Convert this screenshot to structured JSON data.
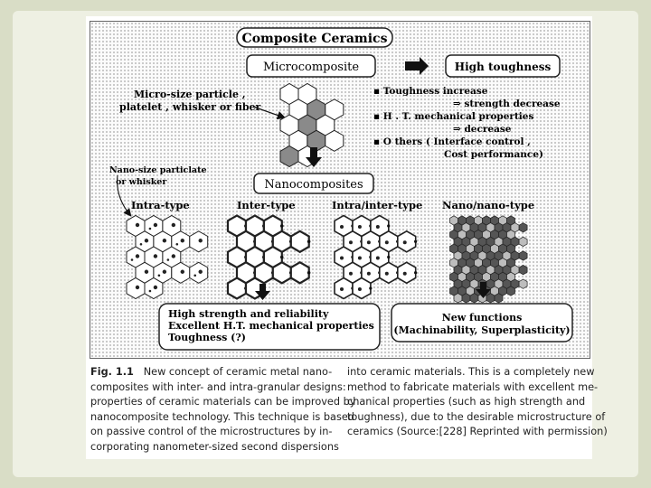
{
  "diagram": {
    "title": "Composite Ceramics",
    "micro": {
      "label": "Microcomposite",
      "result": "High toughness",
      "particle_label": [
        "Micro-size particle ,",
        "platelet , whisker or fiber"
      ],
      "effects": [
        "▪ Toughness increase",
        "⇒ strength decrease",
        "▪ H . T. mechanical properties",
        "⇒ decrease",
        "▪ O thers ( Interface control ,",
        "Cost performance)"
      ]
    },
    "nano": {
      "label": "Nanocomposites",
      "particle_label": [
        "Nano-size particlate",
        "or whisker"
      ],
      "types": [
        "Intra-type",
        "Inter-type",
        "Intra/inter-type",
        "Nano/nano-type"
      ],
      "outcome_left": [
        "High strength and reliability",
        "Excellent H.T. mechanical properties",
        "Toughness (?)"
      ],
      "outcome_right": [
        "New functions",
        "(Machinability, Superplasticity)"
      ]
    }
  },
  "caption": {
    "left_lines": [
      "New concept of ceramic metal nano-",
      "composites with inter- and intra-granular designs:",
      "properties of ceramic materials can be improved by",
      "nanocomposite technology. This technique is based",
      "on passive control of the microstructures by in-",
      "corporating nanometer-sized second dispersions"
    ],
    "fig_label": "Fig. 1.1",
    "right_lines": [
      "into ceramic materials. This is a completely new",
      "method to fabricate materials with excellent me-",
      "chanical properties (such as high strength and",
      "toughness), due to the desirable microstructure of",
      "ceramics (Source:[228] Reprinted with permission)"
    ]
  },
  "colors": {
    "background": "#d9ddc6",
    "slide": "#eef0e3",
    "dark_grain": "#555555"
  }
}
